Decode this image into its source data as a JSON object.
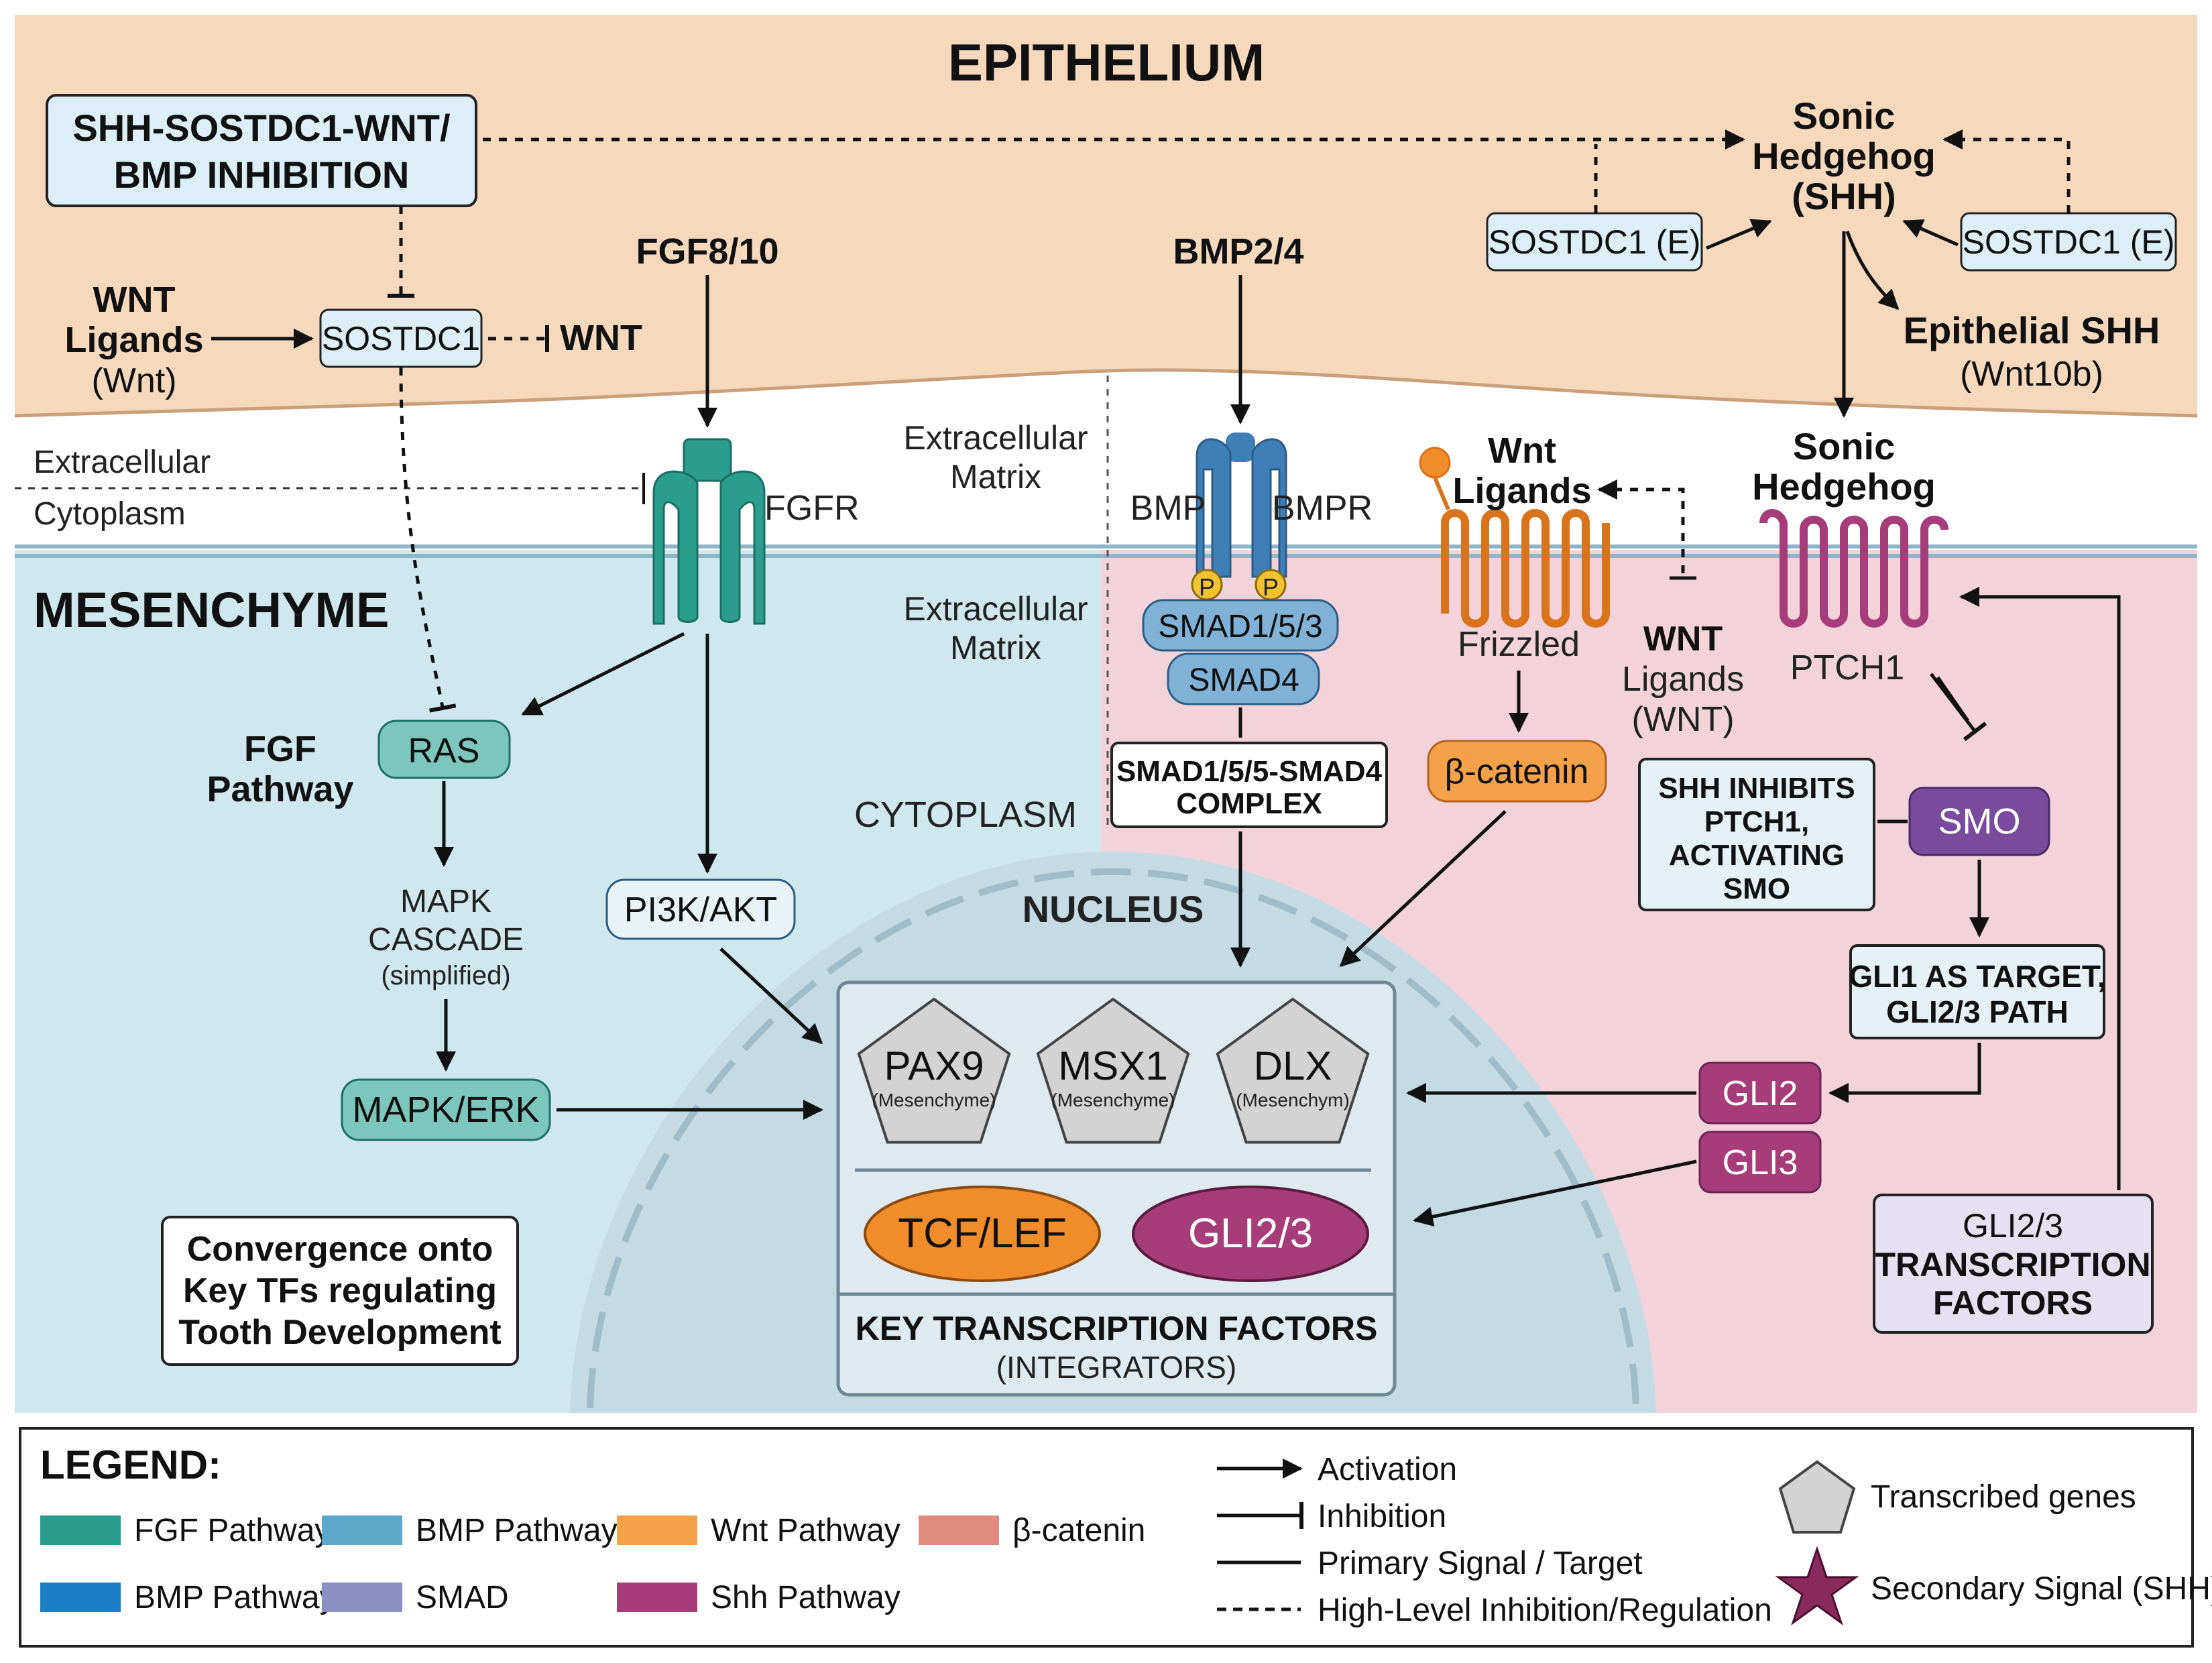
{
  "regions": {
    "epithelium": "EPITHELIUM",
    "mesenchyme": "MESENCHYME",
    "extracellular": "Extracellular",
    "cytoplasm": "Cytoplasm",
    "ecm_top": [
      "Extracellular",
      "Matrix"
    ],
    "ecm_mid": [
      "Extracellular",
      "Matrix"
    ],
    "cytoplasm_caps": "CYTOPLASM",
    "nucleus": "NUCLEUS"
  },
  "epithelium_nodes": {
    "shh_sostdc1_box": [
      "SHH-SOSTDC1-WNT/",
      "BMP INHIBITION"
    ],
    "wnt_ligands": [
      "WNT",
      "Ligands",
      "(Wnt)"
    ],
    "sostdc1": "SOSTDC1",
    "wnt_inhib": "WNT",
    "fgf8_10": "FGF8/10",
    "bmp2_4": "BMP2/4",
    "sonic_hh_top": [
      "Sonic",
      "Hedgehog",
      "(SHH)"
    ],
    "sostdc1_e_left": "SOSTDC1 (E)",
    "sostdc1_e_right": "SOSTDC1 (E)",
    "epithelial_shh": [
      "Epithelial SHH",
      "(Wnt10b)"
    ]
  },
  "receptors": {
    "fgfr": "FGFR",
    "bmp": "BMP",
    "bmpr": "BMPR",
    "p": "P",
    "smad153": "SMAD1/5/3",
    "smad4": "SMAD4",
    "wnt_ligands": [
      "Wnt",
      "Ligands"
    ],
    "frizzled": "Frizzled",
    "wnt_ligands_inhib": [
      "WNT",
      "Ligands",
      "(WNT)"
    ],
    "sonic_hh": [
      "Sonic",
      "Hedgehog"
    ],
    "ptch1": "PTCH1"
  },
  "mesenchyme_nodes": {
    "fgf_pathway": [
      "FGF",
      "Pathway"
    ],
    "ras": "RAS",
    "mapk_cascade": [
      "MAPK",
      "CASCADE",
      "(simplified)"
    ],
    "mapk_erk": "MAPK/ERK",
    "pi3k_akt": "PI3K/AKT",
    "smad_complex": [
      "SMAD1/5/5-SMAD4",
      "COMPLEX"
    ],
    "beta_catenin": "β-catenin",
    "smo": "SMO",
    "shh_inhibits": [
      "SHH INHIBITS",
      "PTCH1,",
      "ACTIVATING",
      "SMO"
    ],
    "gli1_target": [
      "GLI1 AS TARGET,",
      "GLI2/3 PATH"
    ],
    "gli2": "GLI2",
    "gli3": "GLI3",
    "gli23_tf": [
      "GLI2/3",
      "TRANSCRIPTION",
      "FACTORS"
    ],
    "convergence": [
      "Convergence onto",
      "Key TFs regulating",
      "Tooth Development"
    ]
  },
  "nucleus_box": {
    "genes": [
      {
        "name": "PAX9",
        "sub": "(Mesenchyme)"
      },
      {
        "name": "MSX1",
        "sub": "(Mesenchyme)"
      },
      {
        "name": "DLX",
        "sub": "(Mesenchym)"
      }
    ],
    "tcf_lef": "TCF/LEF",
    "gli23": "GLI2/3",
    "title": "KEY TRANSCRIPTION FACTORS",
    "subtitle": "(INTEGRATORS)"
  },
  "legend": {
    "title": "LEGEND:",
    "colors": [
      {
        "label": "FGF Pathway",
        "color": "#2a9d8f"
      },
      {
        "label": "BMP Pathway",
        "color": "#5aa9c8"
      },
      {
        "label": "Wnt Pathway",
        "color": "#f4a14a"
      },
      {
        "label": "β-catenin",
        "color": "#e08a80"
      },
      {
        "label": "BMP Pathway",
        "color": "#1a7fc4"
      },
      {
        "label": "SMAD",
        "color": "#8a8fc4"
      },
      {
        "label": "Shh Pathway",
        "color": "#a63c79"
      }
    ],
    "lines": [
      "Activation",
      "Inhibition",
      "Primary Signal / Target",
      "High-Level Inhibition/Regulation"
    ],
    "shapes": [
      "Transcribed genes",
      "Secondary Signal (SHH)"
    ]
  },
  "colors": {
    "epithelium_bg": "#f6d8bd",
    "mesenchyme_left": "#cfe8ee",
    "mesenchyme_right": "#f3d3d9",
    "nucleus": "#c4dbe3",
    "fgf": "#2a9d8f",
    "bmp": "#3f7fb5",
    "wnt": "#f08c2a",
    "shh": "#a63c79",
    "smo": "#7a4a9c"
  }
}
